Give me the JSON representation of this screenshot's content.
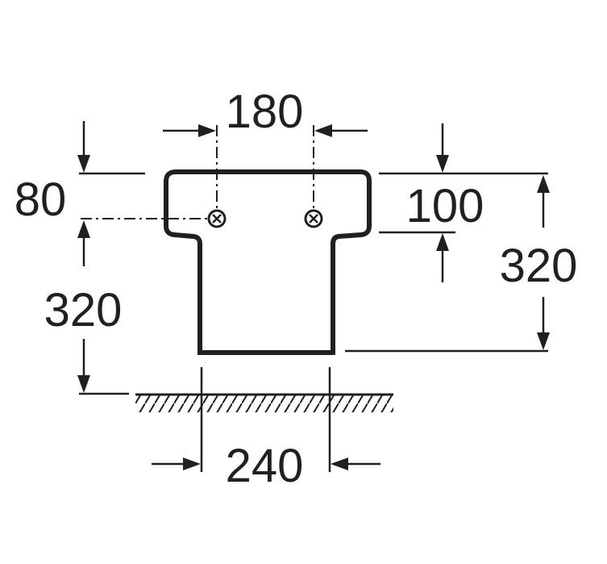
{
  "dimensions": {
    "hole_spacing": "180",
    "top_offset": "80",
    "flange_height": "100",
    "height_right": "320",
    "height_from_floor": "320",
    "base_width": "240"
  },
  "colors": {
    "line": "#231f20",
    "background": "#ffffff"
  }
}
